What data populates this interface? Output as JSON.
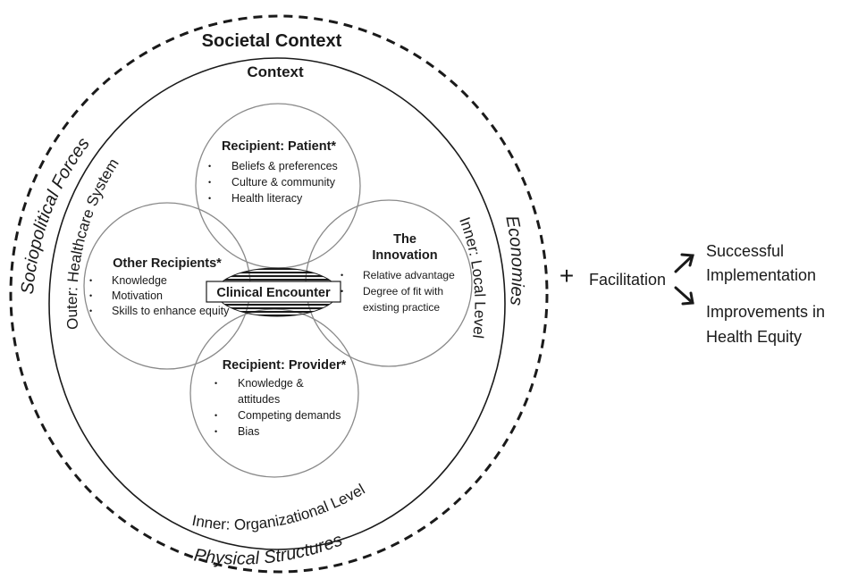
{
  "societal_context": {
    "title": "Societal Context",
    "sociopolitical": "Sociopolitical Forces",
    "economies": "Economies",
    "physical": "Physical Structures"
  },
  "context": {
    "title": "Context",
    "outer": "Outer: Healthcare System",
    "inner_local": "Inner: Local Level",
    "inner_org": "Inner: Organizational Level"
  },
  "patient": {
    "title": "Recipient: Patient*",
    "items": [
      "Beliefs & preferences",
      "Culture & community",
      "Health literacy"
    ]
  },
  "innovation": {
    "title_line1": "The",
    "title_line2": "Innovation",
    "items": [
      [
        "Relative advantage"
      ],
      [
        "Degree of fit with",
        "existing practice"
      ]
    ]
  },
  "other": {
    "title": "Other Recipients*",
    "items": [
      "Knowledge",
      "Motivation",
      "Skills to enhance equity"
    ]
  },
  "provider": {
    "title": "Recipient: Provider*",
    "items": [
      [
        "Knowledge &",
        "attitudes"
      ],
      [
        "Competing demands"
      ],
      [
        "Bias"
      ]
    ]
  },
  "center": {
    "label": "Clinical Encounter"
  },
  "right": {
    "plus": "+",
    "facilitation": "Facilitation",
    "outcome1_line1": "Successful",
    "outcome1_line2": "Implementation",
    "outcome2_line1": "Improvements in",
    "outcome2_line2": "Health Equity"
  },
  "bullet": "•",
  "colors": {
    "line": "#1a1a1a",
    "circle": "#8a8a8a"
  }
}
